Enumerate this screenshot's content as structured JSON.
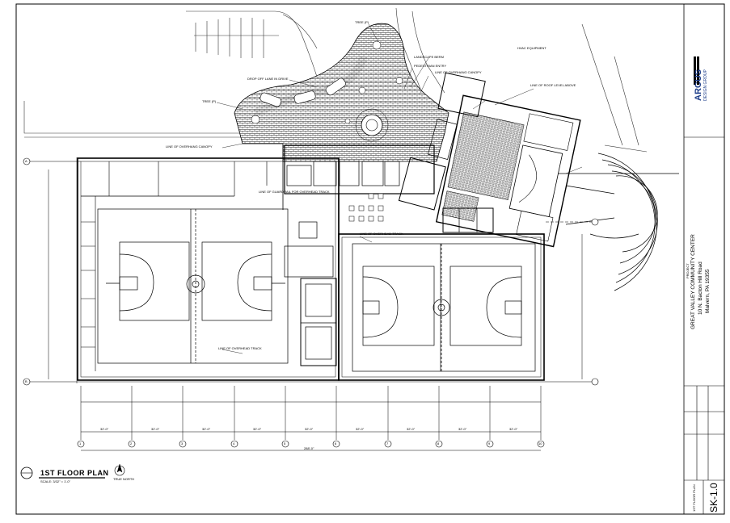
{
  "drawing": {
    "title": "1ST FLOOR PLAN",
    "scale": "SCALE: 3/32\" = 1'-0\"",
    "north_label": "TRUE NORTH"
  },
  "title_block": {
    "firm": "ARCUS",
    "firm_sub": "DESIGN GROUP",
    "project_prefix": "PROJECT",
    "project_name": "GREAT VALLEY COMMUNITY CENTER",
    "address_1": "10 N. Bacton Hill Road",
    "address_2": "Malvern, PA 19355",
    "sheet_title": "1ST FLOOR PLAN",
    "sheet_number": "SK-1.0"
  },
  "annotations": {
    "drop_off": "DROP OFF LANE IN DRIVE",
    "tree": "TREE (P)",
    "tree_top": "TREE (P)",
    "landscape": "LANDSCAPE BERM",
    "pedestrian": "PEDESTRIAN ENTRY",
    "line_overhang_canopy": "LINE OF OVERHANG CANOPY",
    "line_overhang_canopy2": "LINE OF OVERHANG CANOPY",
    "hvac": "HVAC EQUIPMENT",
    "line_roof_level": "LINE OF ROOF LEVEL ABOVE",
    "line_overhead_track": "LINE OF OVERHEAD TRACK",
    "line_overhead_track2": "LINE OF OVERHEAD TRACK",
    "line_guardrail": "LINE OF GUARDRAIL FOR OVERHEAD TRACK"
  },
  "grid_columns": [
    "1",
    "2",
    "3",
    "4",
    "5",
    "6",
    "7",
    "8",
    "9",
    "10"
  ],
  "grid_rows": [
    "A",
    "B"
  ],
  "dim_text": [
    "32'-0\"",
    "32'-0\"",
    "32'-0\"",
    "32'-0\"",
    "32'-0\"",
    "32'-0\"",
    "32'-0\"",
    "32'-0\"",
    "32'-0\""
  ],
  "dim_total": "288'-0\""
}
